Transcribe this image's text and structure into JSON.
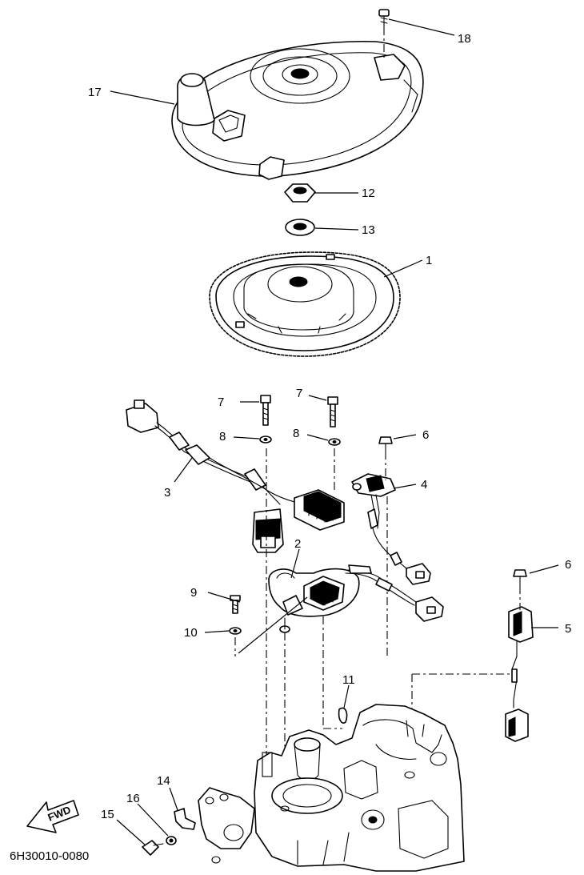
{
  "drawing_code": "6H30010-0080",
  "fwd_label": "FWD",
  "callouts": {
    "c1": "1",
    "c2": "2",
    "c3": "3",
    "c4": "4",
    "c5": "5",
    "c6a": "6",
    "c6b": "6",
    "c7a": "7",
    "c7b": "7",
    "c8a": "8",
    "c8b": "8",
    "c9": "9",
    "c10": "10",
    "c11": "11",
    "c12": "12",
    "c13": "13",
    "c14": "14",
    "c15": "15",
    "c16": "16",
    "c17": "17",
    "c18": "18"
  }
}
